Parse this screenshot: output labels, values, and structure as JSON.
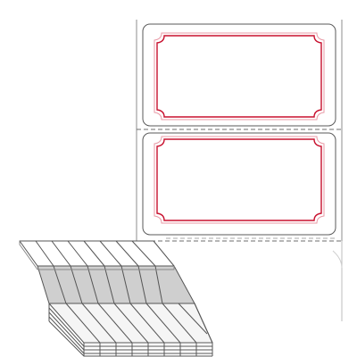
{
  "product": {
    "kind": "fanfolded-label-stock",
    "labels_visible": 2,
    "border_style": "double-line-notched-corners",
    "colors": {
      "background": "#ffffff",
      "paper_edge": "#8c8c8c",
      "label_edge": "#5a5a5a",
      "border_inner": "#c8102e",
      "border_outer": "#e89aa6",
      "perforation": "#6e6e6e",
      "stack_fill": "#f5f5f5",
      "stack_shaded": "#cfcfcf"
    }
  }
}
